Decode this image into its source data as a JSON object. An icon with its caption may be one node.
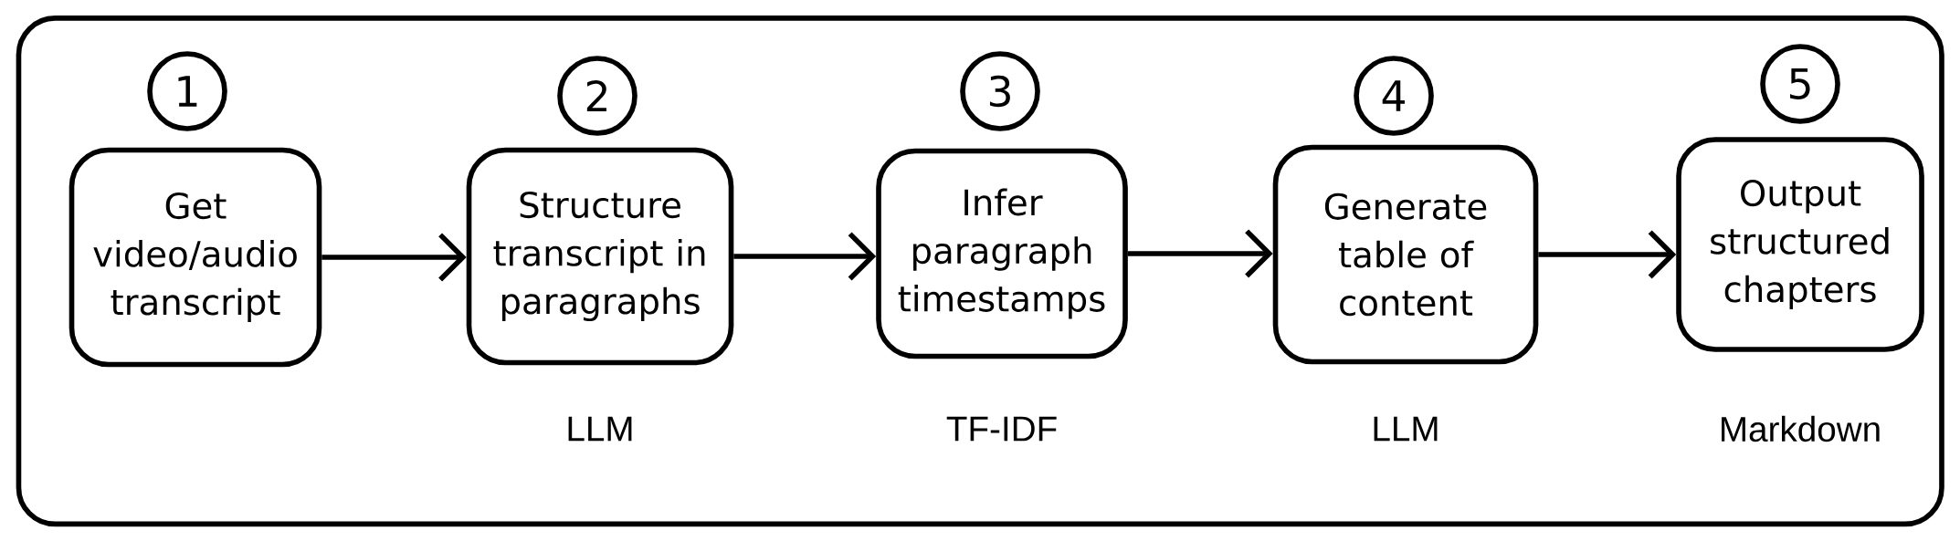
{
  "diagram": {
    "nodes": [
      {
        "text": [],
        "shape": "box"
      },
      {
        "text": [
          "1"
        ],
        "in": 0
      },
      {
        "text": [
          "Get video/audio transcript"
        ],
        "in": 0
      },
      {
        "text": [
          "2"
        ],
        "in": 0
      },
      {
        "text": [
          "Structure transcript in paragraphs"
        ],
        "in": 0,
        "beside": [
          "LLM"
        ]
      },
      {
        "text": [
          "3"
        ],
        "in": 0
      },
      {
        "text": [
          "Infer paragraph timestamps"
        ],
        "in": 0,
        "beside": [
          "TF-IDF"
        ]
      },
      {
        "text": [
          "4"
        ],
        "in": 0
      },
      {
        "text": [
          "Generate table of content"
        ],
        "in": 0,
        "beside": [
          "LLM"
        ]
      },
      {
        "text": [
          "5"
        ],
        "in": 0
      },
      {
        "text": [
          "Output structured chapters"
        ],
        "in": 0,
        "beside": [
          "Markdown"
        ]
      }
    ],
    "edges": [
      {
        "from": 2,
        "to": 4,
        "arrow": "to"
      },
      {
        "from": 4,
        "to": 6,
        "arrow": "to"
      },
      {
        "from": 6,
        "to": 8,
        "arrow": "to"
      },
      {
        "from": 8,
        "to": 10,
        "arrow": "to"
      }
    ]
  }
}
